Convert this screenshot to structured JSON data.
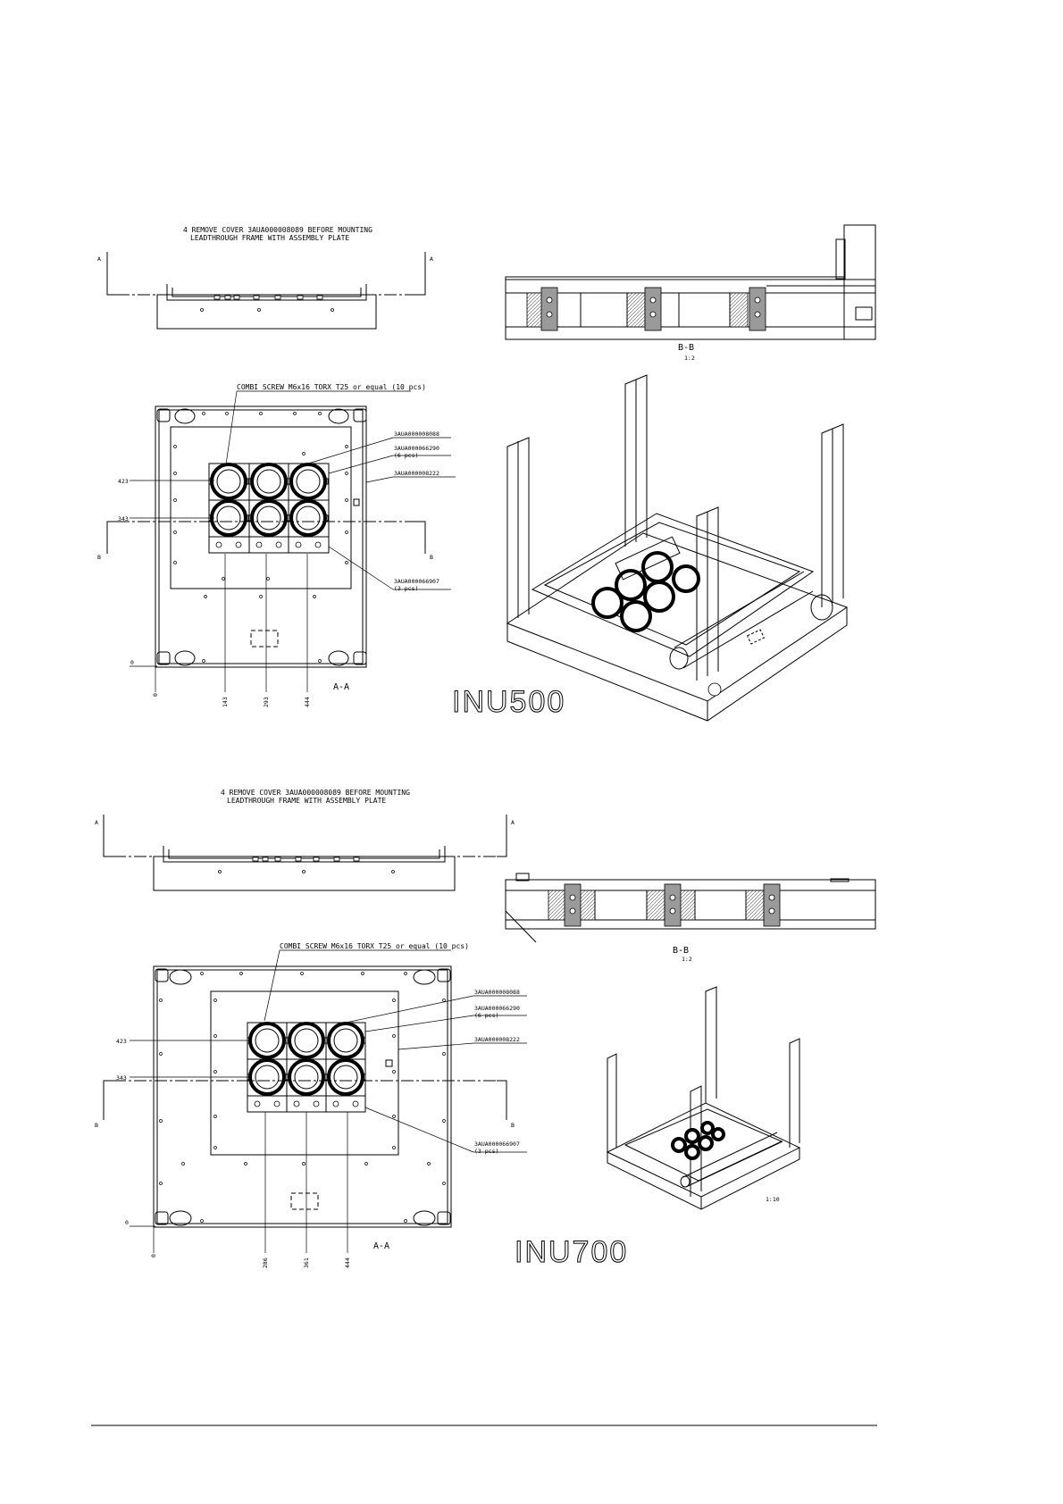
{
  "inu500": {
    "note_line1": "4 REMOVE COVER 3AUA000008089 BEFORE MOUNTING",
    "note_line2": "LEADTHROUGH FRAME WITH ASSEMBLY PLATE",
    "section_a_left": "A",
    "section_a_right": "A",
    "section_b_left": "B",
    "section_b_right": "B",
    "combi_screw": "COMBI SCREW M6x16 TORX T25 or equal (10 pcs)",
    "part1": "3AUA000008088",
    "part2": "3AUA000066290",
    "part2_qty": "(6 pcs)",
    "part3": "3AUA000008222",
    "part4": "3AUA000066907",
    "part4_qty": "(3 pcs)",
    "dim_top": "423",
    "dim_mid": "343",
    "dim_zero": "0",
    "dim_bottom": [
      "0",
      "143",
      "293",
      "444"
    ],
    "section_aa": "A-A",
    "section_bb": "B-B",
    "scale_bb": "1:2",
    "model": "INU500"
  },
  "inu700": {
    "note_line1": "4 REMOVE COVER 3AUA000008089 BEFORE MOUNTING",
    "note_line2": "LEADTHROUGH FRAME WITH ASSEMBLY PLATE",
    "section_a_left": "A",
    "section_a_right": "A",
    "section_b_left": "B",
    "section_b_right": "B",
    "combi_screw": "COMBI SCREW M6x16 TORX T25 or equal (10 pcs)",
    "part1": "3AUA000008088",
    "part2": "3AUA000066290",
    "part2_qty": "(6 pcs)",
    "part3": "3AUA000008222",
    "part4": "3AUA000066907",
    "part4_qty": "(3 pcs)",
    "dim_top": "423",
    "dim_mid": "343",
    "dim_zero": "0",
    "dim_bottom": [
      "0",
      "286",
      "361",
      "444"
    ],
    "section_aa": "A-A",
    "section_bb": "B-B",
    "scale_bb": "1:2",
    "iso_label": "1:10",
    "model": "INU700"
  }
}
